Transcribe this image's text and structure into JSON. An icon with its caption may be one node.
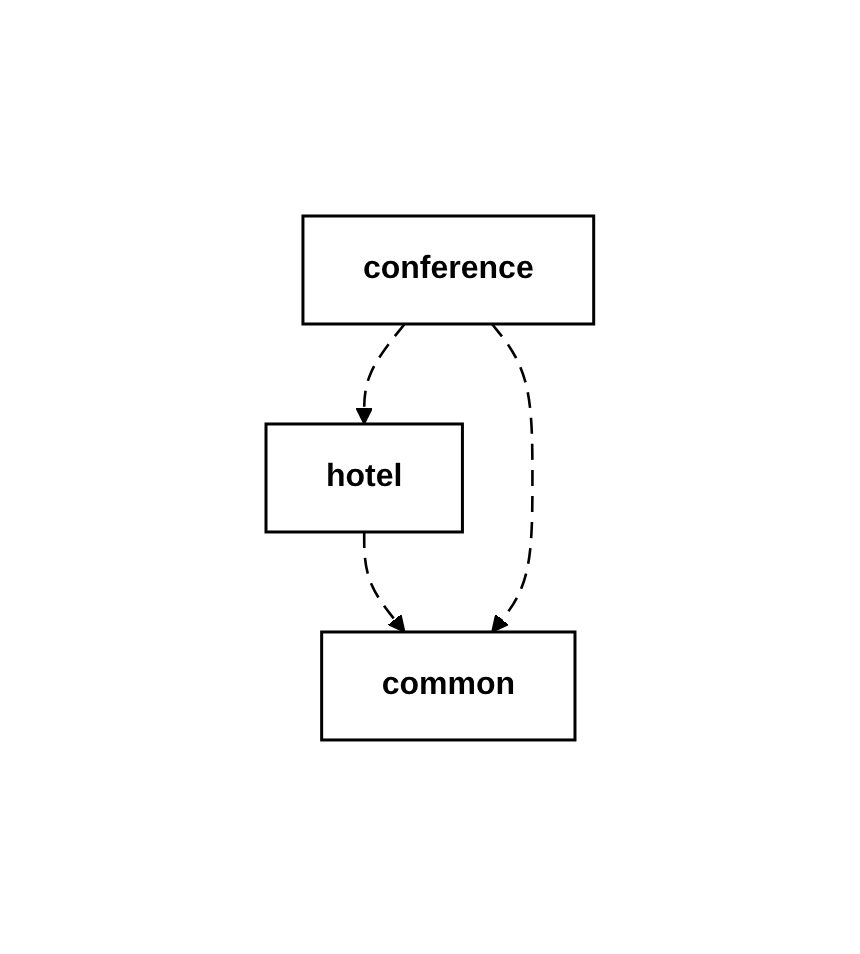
{
  "diagram": {
    "nodes": [
      {
        "text": [
          "hotel"
        ]
      },
      {
        "text": [
          "conference"
        ]
      },
      {
        "text": [
          "common"
        ]
      }
    ],
    "edges": [
      {
        "from": 0,
        "to": 2,
        "arrow": "to",
        "style": "dashed"
      },
      {
        "from": 1,
        "to": 0,
        "arrow": "to",
        "style": "dashed"
      },
      {
        "from": 1,
        "to": 2,
        "arrow": "to",
        "style": "dashed"
      }
    ]
  }
}
